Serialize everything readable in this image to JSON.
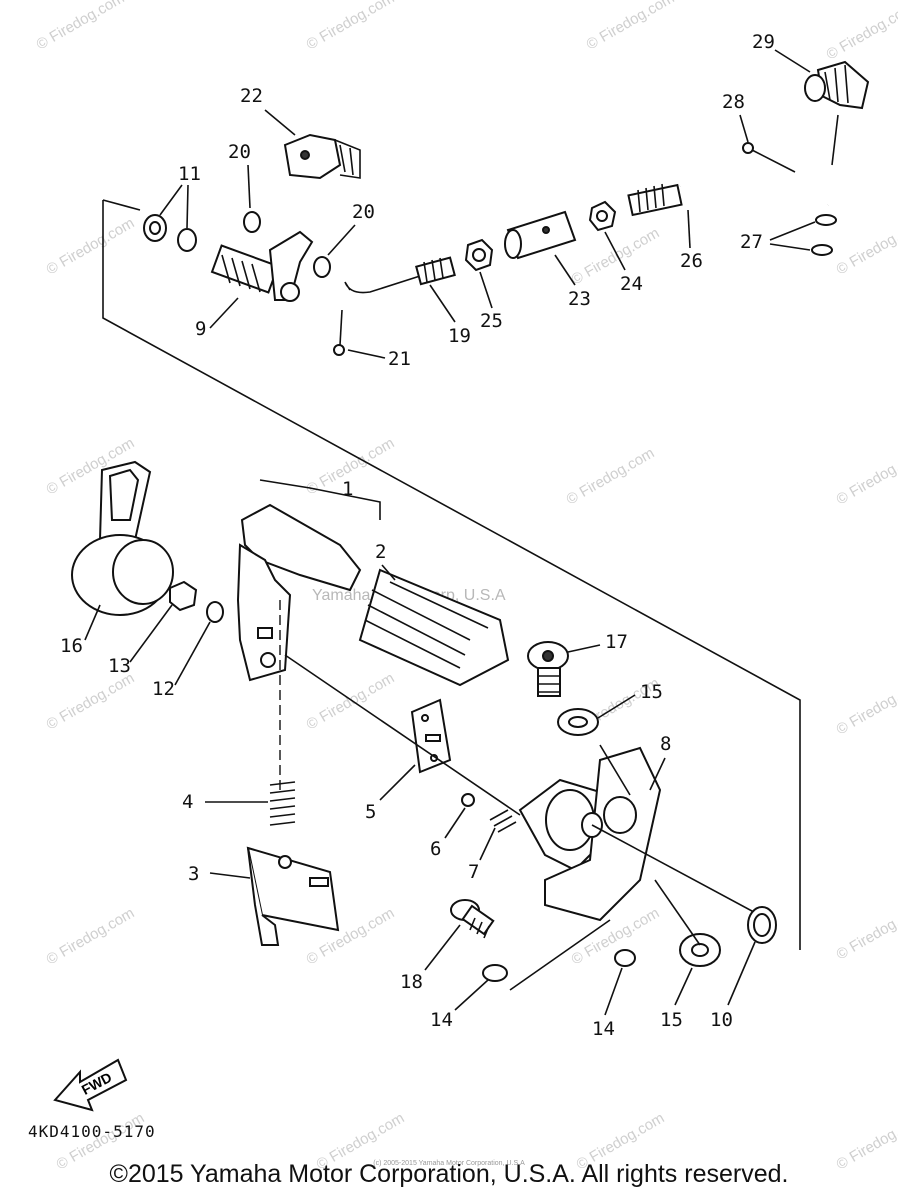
{
  "watermark": {
    "text": "© Firedog.com",
    "mid_text": "Yamaha Motor Corp, U.S.A"
  },
  "parts": {
    "p1": "1",
    "p2": "2",
    "p3": "3",
    "p4": "4",
    "p5": "5",
    "p6": "6",
    "p7": "7",
    "p8": "8",
    "p9": "9",
    "p10": "10",
    "p11": "11",
    "p12": "12",
    "p13": "13",
    "p14a": "14",
    "p14b": "14",
    "p15a": "15",
    "p15b": "15",
    "p16": "16",
    "p17": "17",
    "p18": "18",
    "p19": "19",
    "p20a": "20",
    "p20b": "20",
    "p21": "21",
    "p22": "22",
    "p23": "23",
    "p24": "24",
    "p25": "25",
    "p26": "26",
    "p27": "27",
    "p28": "28",
    "p29": "29"
  },
  "fwd_label": "FWD",
  "figure_code": "4KD4100-5170",
  "copyright_small": "(c) 2005-2015 Yamaha Motor Corporation, U.S.A",
  "copyright": "©2015 Yamaha Motor Corporation, U.S.A. All rights reserved."
}
